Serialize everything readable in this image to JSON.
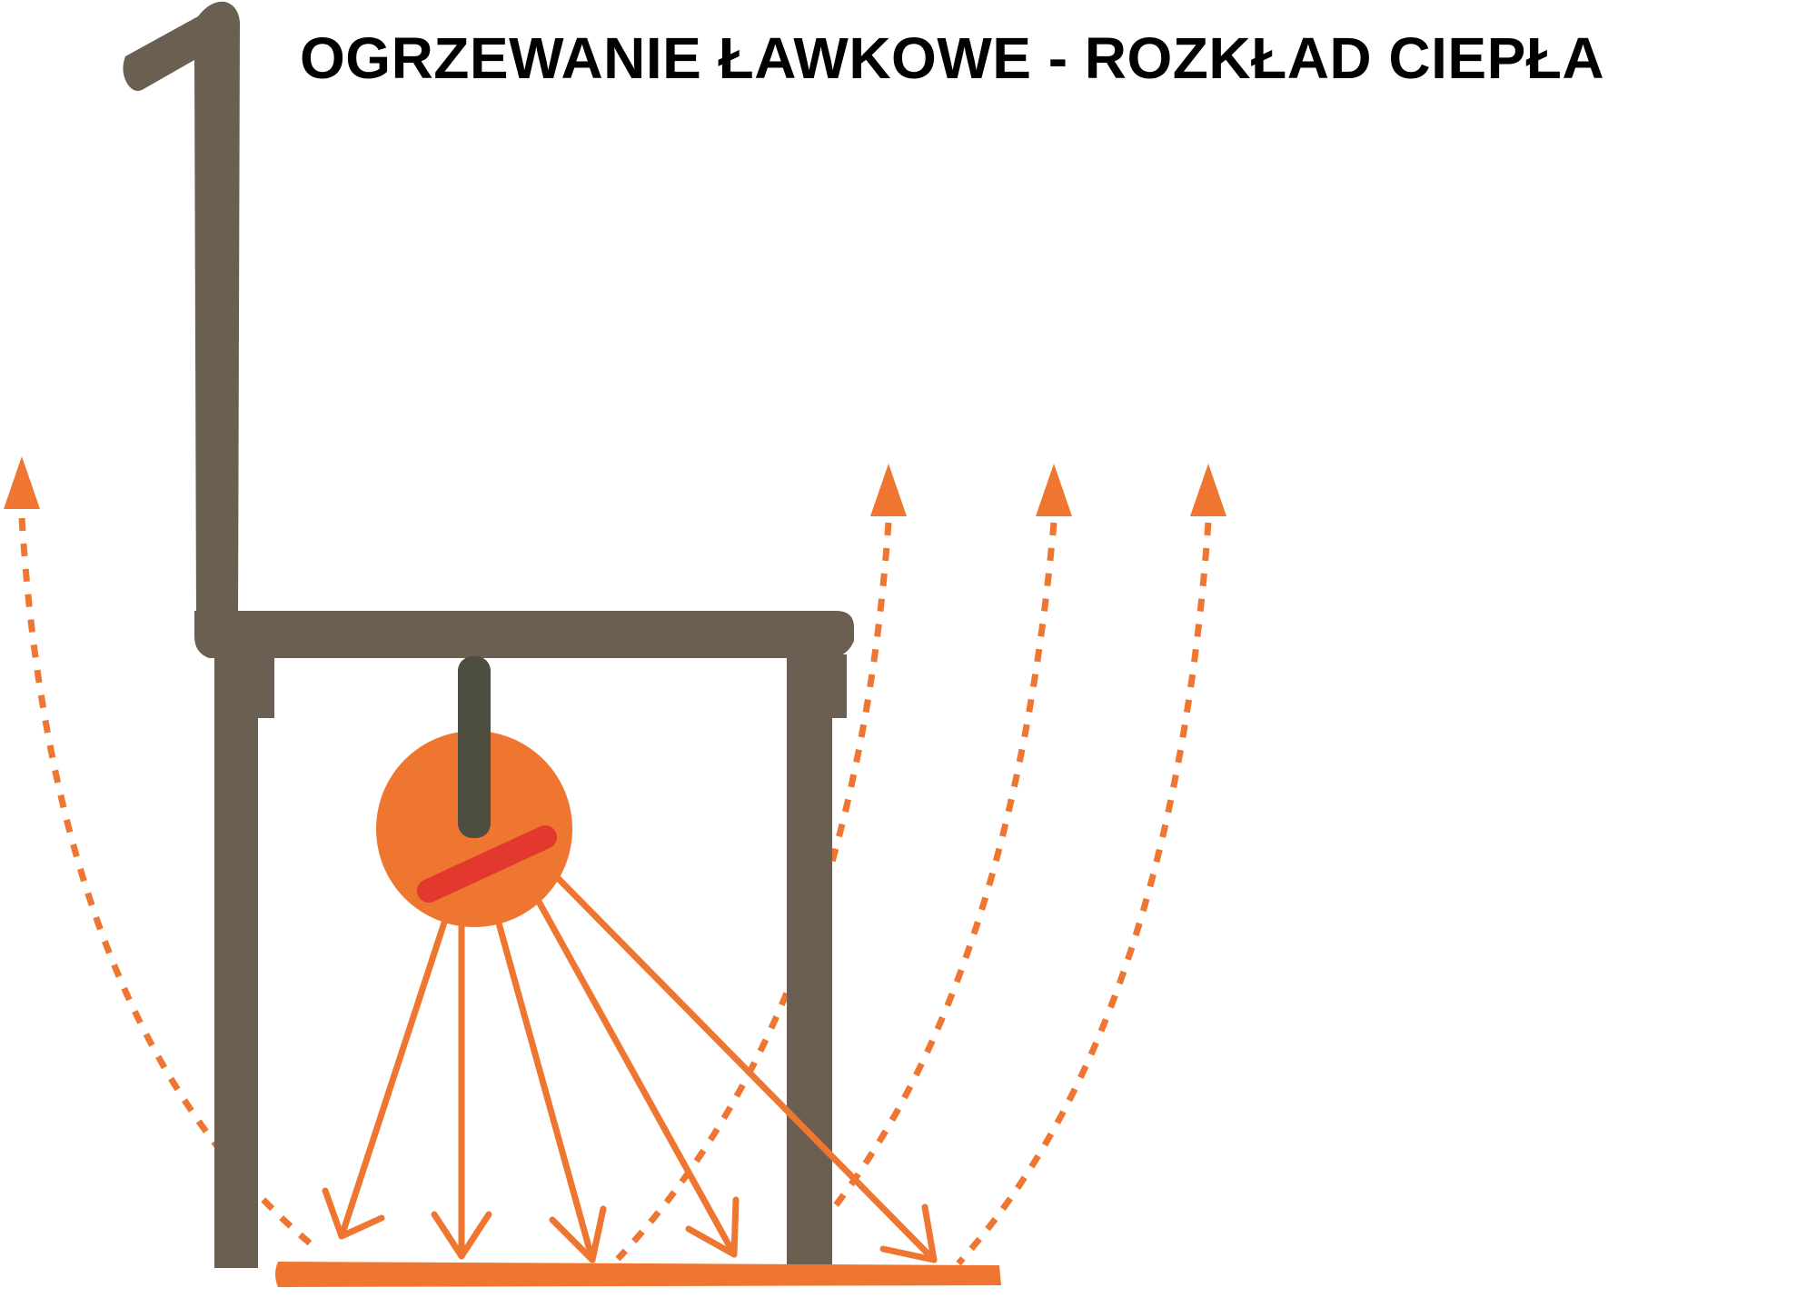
{
  "title": "OGRZEWANIE ŁAWKOWE - ROZKŁAD CIEPŁA",
  "colors": {
    "bench": "#6b5f52",
    "mount": "#4d4d40",
    "heater": "#ee7631",
    "heating_element": "#e2382d",
    "heat_arrows": "#ee7631",
    "floor": "#ee7631",
    "background": "#ffffff",
    "title_text": "#000000"
  },
  "elements": {
    "bench": "side-view-bench",
    "heater": "radiant-heater",
    "radiant_rays": 5,
    "convection_arrows": 4,
    "floor": "heated-floor-strip"
  }
}
